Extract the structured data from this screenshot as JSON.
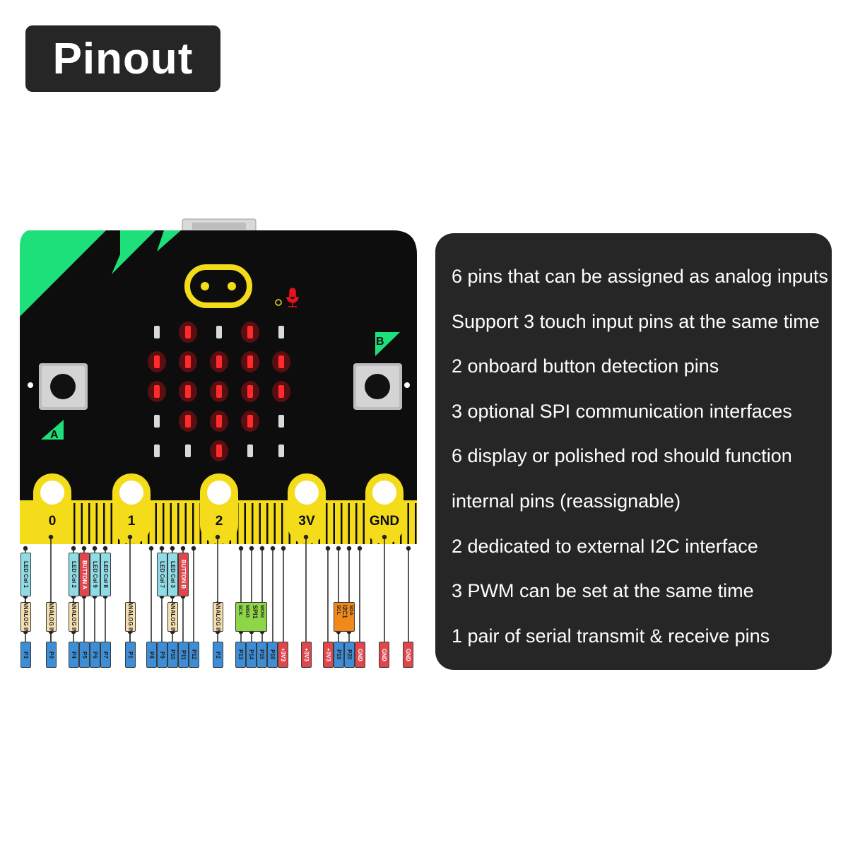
{
  "title": "Pinout",
  "board": {
    "button_a_label": "A",
    "button_b_label": "B",
    "edge_labels": [
      "0",
      "1",
      "2",
      "3V",
      "GND"
    ],
    "board_color": "#0d0d0d",
    "edge_color": "#f5dc1a",
    "accent_color": "#1ee07a",
    "led_color": "#e8121e"
  },
  "pins": {
    "p3": "P3",
    "p0": "P0",
    "p4": "P4",
    "p5": "P5",
    "p6": "P6",
    "p7": "P7",
    "p1": "P1",
    "p8": "P8",
    "p9": "P9",
    "p10": "P10",
    "p11": "P11",
    "p12": "P12",
    "p2": "P2",
    "p13": "P13",
    "p14": "P14",
    "p15": "P15",
    "p16": "P16",
    "v3a": "+3V3",
    "v3b": "+3V3",
    "v3c": "+3V3",
    "p19": "P19",
    "p20": "P20",
    "gnd1": "GND",
    "gnd2": "GND",
    "gnd3": "GND",
    "led_col_1": "LED Col 1",
    "led_col_2": "LED Col 2",
    "led_col_9": "LED Col 9",
    "led_col_8": "LED Col 8",
    "led_col_7": "LED Col 7",
    "led_col_3": "LED Col 3",
    "button_a": "BUTTON A",
    "button_b": "BUTTON B",
    "analog_in": "ANALOG IN",
    "spi_mosi": "MOSI",
    "spi_miso": "MISO",
    "spi_sck": "SCK",
    "spi_name": "SPI1",
    "i2c_sda": "SDA",
    "i2c_scl": "SCL",
    "i2c_name": "I2C1"
  },
  "features": [
    "6 pins that can be assigned as analog inputs",
    "Support 3 touch input pins at the same time",
    "2 onboard button detection pins",
    "3 optional SPI communication interfaces",
    "6 display or polished rod should function",
    "internal pins (reassignable)",
    "2 dedicated to external I2C interface",
    "3 PWM can be set at the same time",
    "1 pair of serial transmit & receive pins"
  ]
}
